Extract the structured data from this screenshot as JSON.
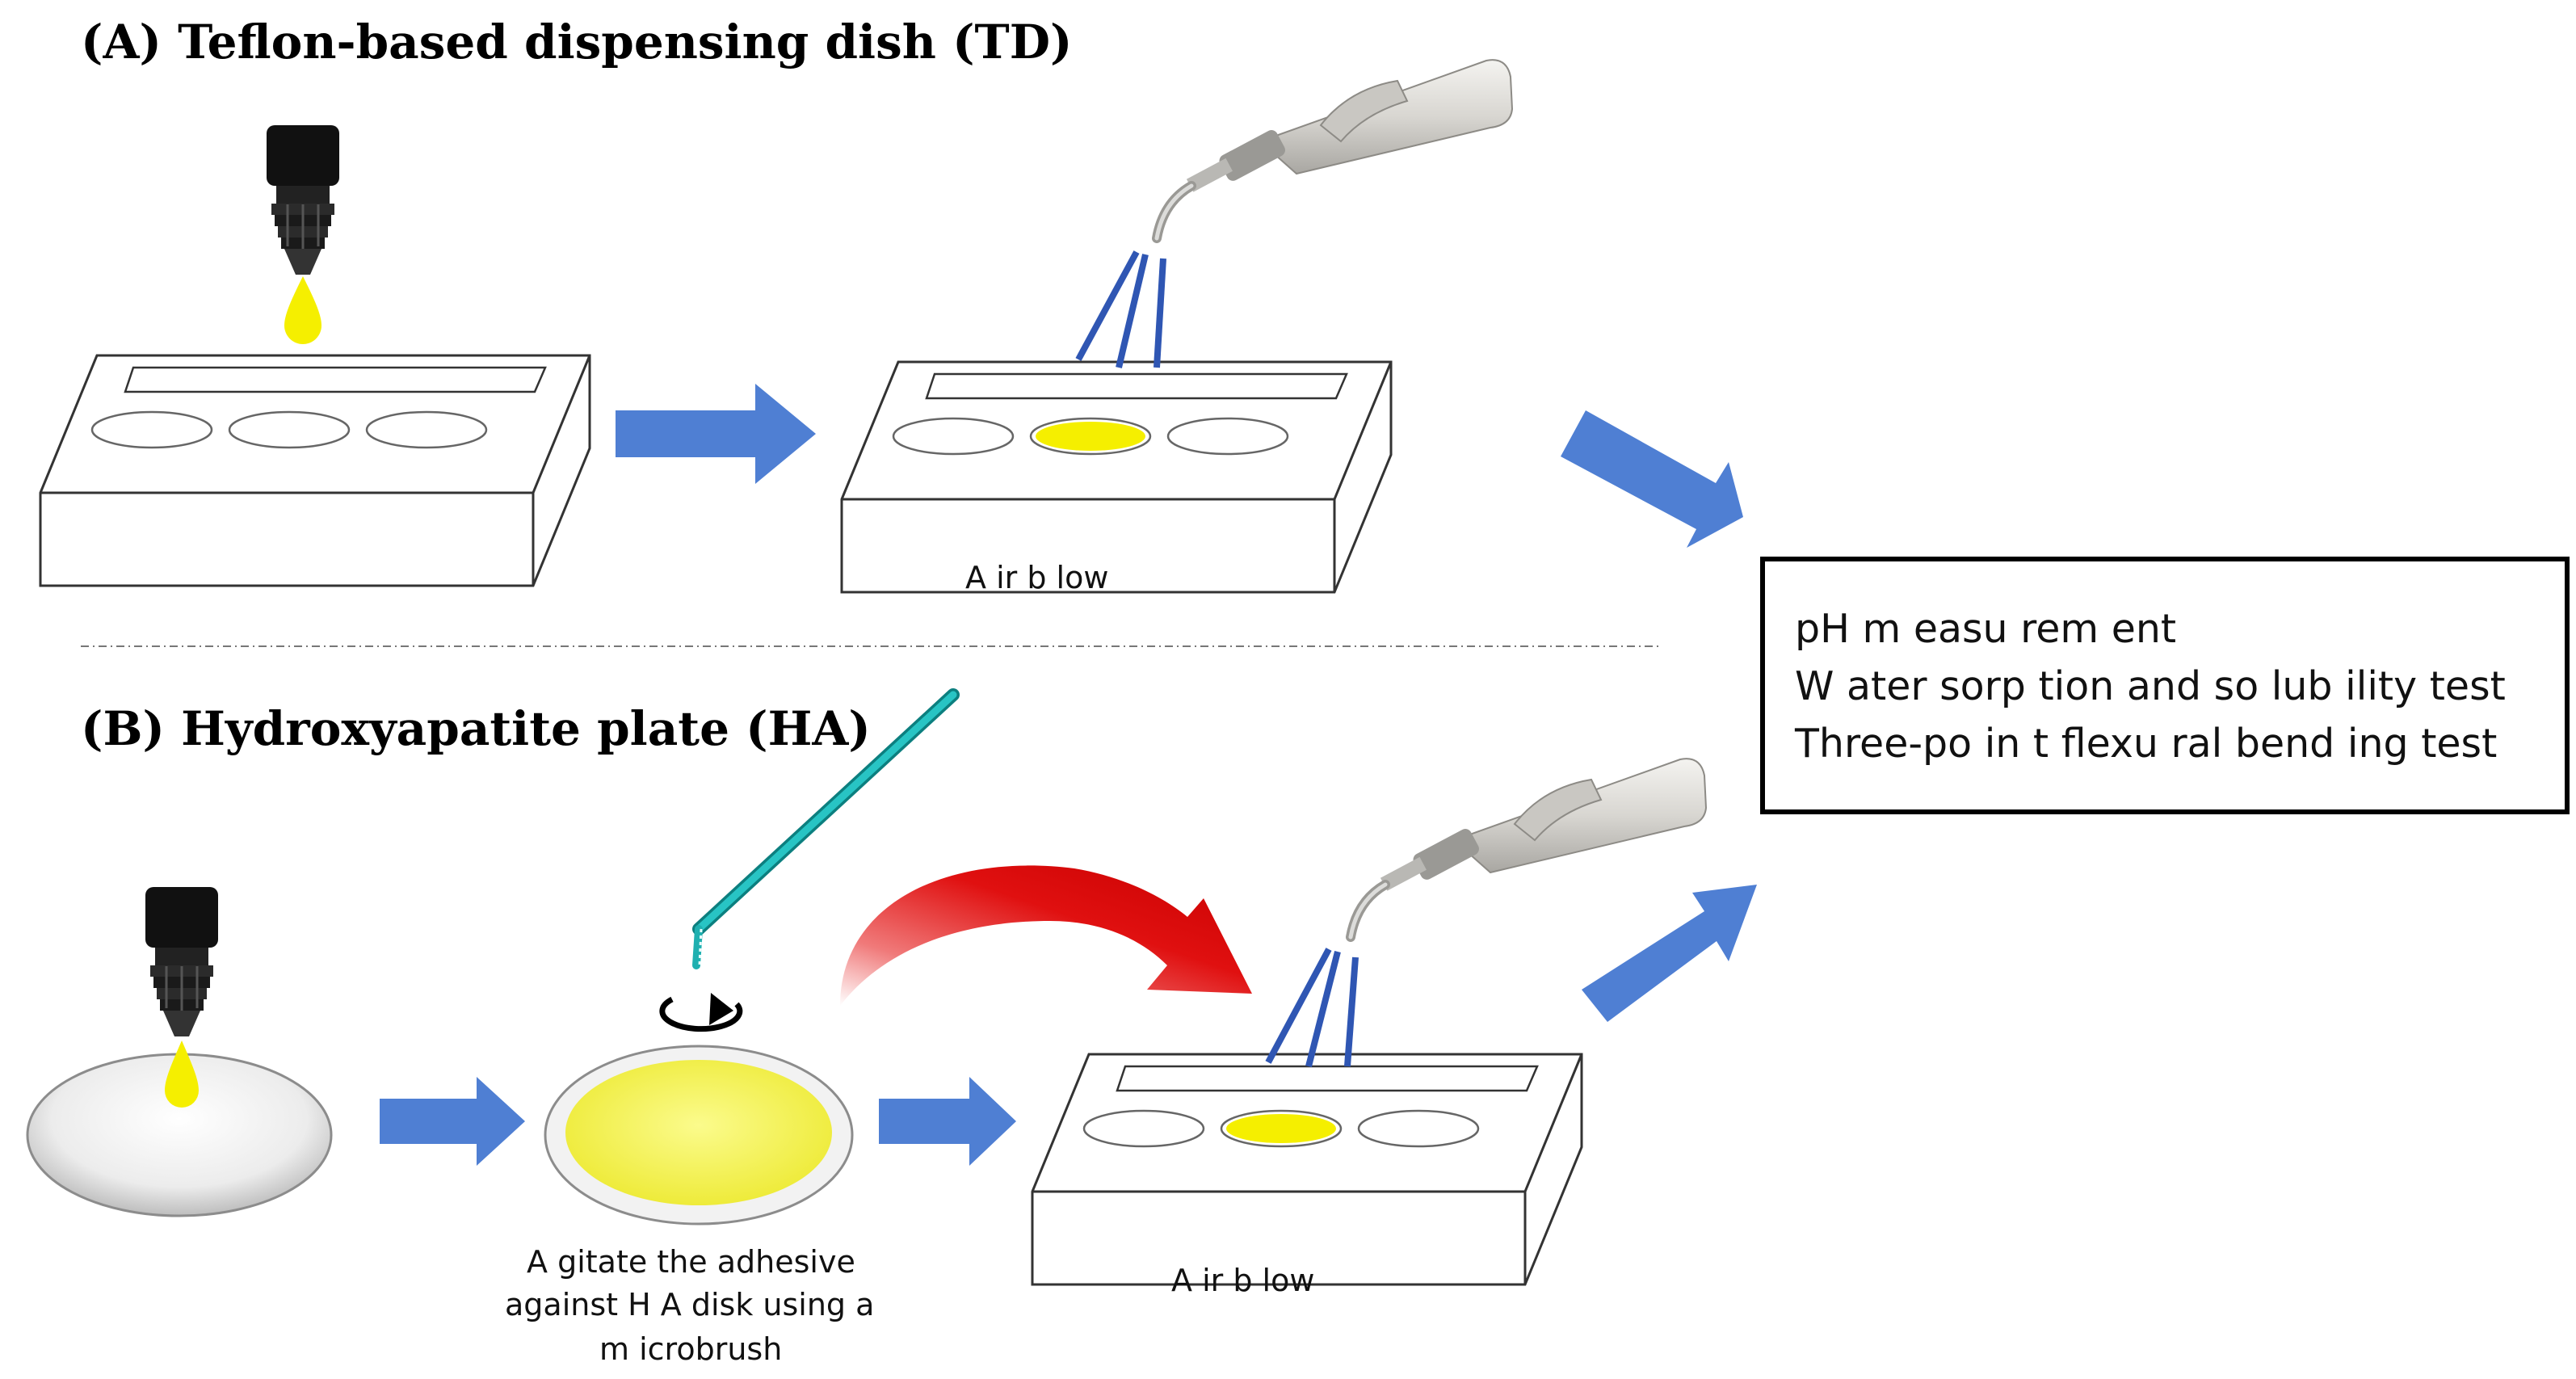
{
  "sections": {
    "a_title": "(A) Teflon-based dispensing dish (TD)",
    "b_title": "(B) Hydroxyapatite plate (HA)"
  },
  "captions": {
    "airblow_a": "A ir b low",
    "agitate_line1": "A gitate the adhesive",
    "agitate_line2": "against H A disk using a",
    "agitate_line3": "m icrobrush",
    "airblow_b": "A ir b low"
  },
  "results": {
    "item1": "pH  m easu rem  ent",
    "item2": "W  ater sorp tion and  so lub ility  test",
    "item3": "Three-po in t flexu ral bend ing  test"
  },
  "colors": {
    "flow_arrow": "#4f7fd3",
    "curved_arrow": "#d90e0e",
    "adhesive": "#f5ef00",
    "air_stream": "#2f56b3",
    "microbrush": "#1fb0b0",
    "bottle": "#111111",
    "dish_outline": "#333333"
  },
  "icons": {
    "dropper": "dropper-bottle-icon",
    "air_syringe": "air-water-syringe-icon",
    "microbrush": "microbrush-icon",
    "rotation": "rotation-arrow-icon"
  }
}
